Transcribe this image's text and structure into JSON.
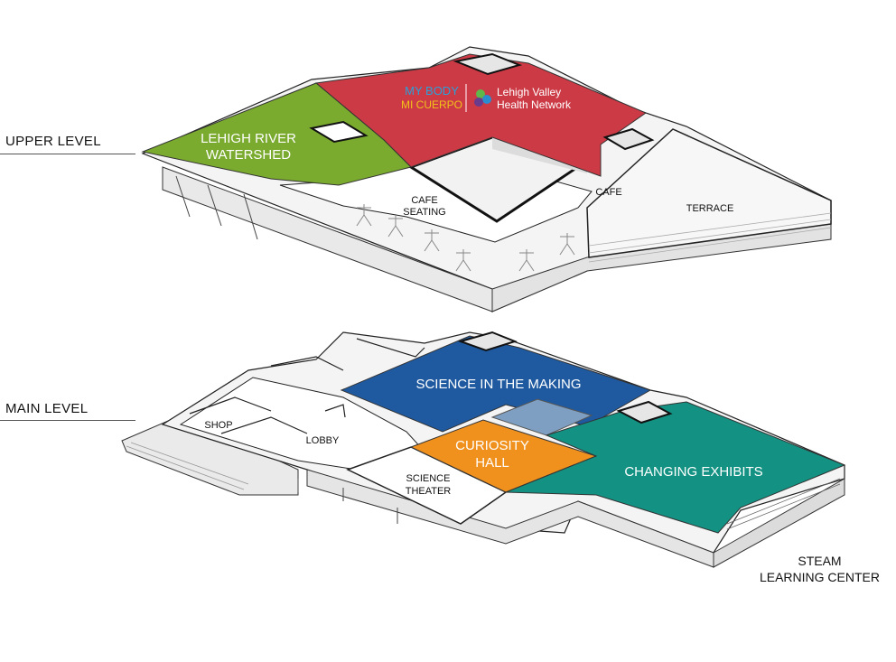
{
  "levels": {
    "upper": {
      "label": "UPPER LEVEL"
    },
    "main": {
      "label": "MAIN LEVEL"
    }
  },
  "zones": {
    "lehigh_river": {
      "line1": "LEHIGH RIVER",
      "line2": "WATERSHED",
      "color": "#7aaa2e"
    },
    "my_body": {
      "title1": "MY BODY",
      "title2": "MI CUERPO",
      "sponsor1": "Lehigh Valley",
      "sponsor2": "Health Network",
      "color": "#cc3a45",
      "title_color": "#2ba0d8",
      "subtitle_color": "#f2c21a"
    },
    "science_making": {
      "label": "SCIENCE IN THE MAKING",
      "color": "#1f5aa0"
    },
    "curiosity_hall": {
      "line1": "CURIOSITY",
      "line2": "HALL",
      "color": "#f0911e"
    },
    "changing_exhibits": {
      "label": "CHANGING EXHIBITS",
      "color": "#139283"
    },
    "skylight": {
      "color": "#7f9fc2"
    }
  },
  "rooms": {
    "cafe_seating": {
      "line1": "CAFE",
      "line2": "SEATING"
    },
    "cafe": {
      "label": "CAFE"
    },
    "terrace": {
      "label": "TERRACE"
    },
    "shop": {
      "label": "SHOP"
    },
    "lobby": {
      "label": "LOBBY"
    },
    "science_theater": {
      "line1": "SCIENCE",
      "line2": "THEATER"
    }
  },
  "steam": {
    "line1": "STEAM",
    "line2": "LEARNING CENTER"
  }
}
